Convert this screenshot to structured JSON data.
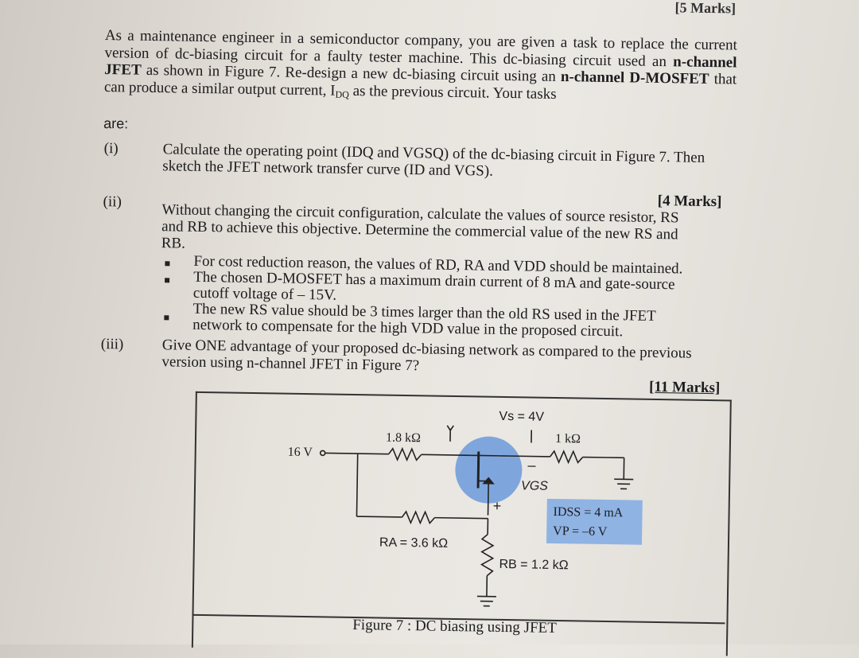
{
  "corner_text": "[5 Marks]",
  "intro": {
    "p1": "As a maintenance engineer in a semiconductor company, you are given a task to replace the current version of dc-biasing circuit for a faulty tester machine. This dc-biasing circuit used an ",
    "b1": "n-channel JFET",
    "p2": " as shown in Figure 7. Re-design a new dc-biasing circuit using an ",
    "b2": "n-channel D-MOSFET",
    "p3": " that can produce a similar output current, I",
    "p3_sub": "DQ",
    "p4": " as the previous circuit. Your tasks"
  },
  "are": "are:",
  "tasks": {
    "i": {
      "num": "(i)",
      "line1": "Calculate the operating point (IDQ and VGSQ) of the dc-biasing circuit in Figure 7. Then",
      "line2": "sketch the JFET network transfer curve (ID and VGS).",
      "marks": "[4 Marks]"
    },
    "ii": {
      "num": "(ii)",
      "line1": "Without changing the circuit configuration, calculate the values of source resistor, RS",
      "line2": "and RB to achieve this objective. Determine the commercial value of the new RS and",
      "line3": "RB.",
      "bullets": [
        "For cost reduction reason, the values of RD, RA and VDD should be maintained.",
        "The chosen D-MOSFET has a maximum drain current of 8 mA and gate-source",
        "cutoff voltage of – 15V.",
        "The new RS value should be 3 times larger than the old RS used in the JFET",
        "network to compensate for the high VDD value in the proposed circuit."
      ]
    },
    "iii": {
      "num": "(iii)",
      "line1": "Give ONE advantage of your proposed dc-biasing network as compared to the previous",
      "line2": "version using n-channel JFET in Figure 7?",
      "marks": "[11 Marks]"
    }
  },
  "figure": {
    "vs": "Vs = 4V",
    "rd": "1.8 kΩ",
    "rs": "1 kΩ",
    "vdd": "16 V",
    "vgs": "VGS",
    "minus": "–",
    "plus": "+",
    "idss": "IDSS = 4 mA",
    "vp": "VP = –6 V",
    "ra": "RA = 3.6 kΩ",
    "rb": "RB = 1.2 kΩ",
    "caption": "Figure 7 : DC biasing using JFET"
  },
  "colors": {
    "highlight": "#7fa6dc",
    "ink": "#1c1c1e"
  }
}
